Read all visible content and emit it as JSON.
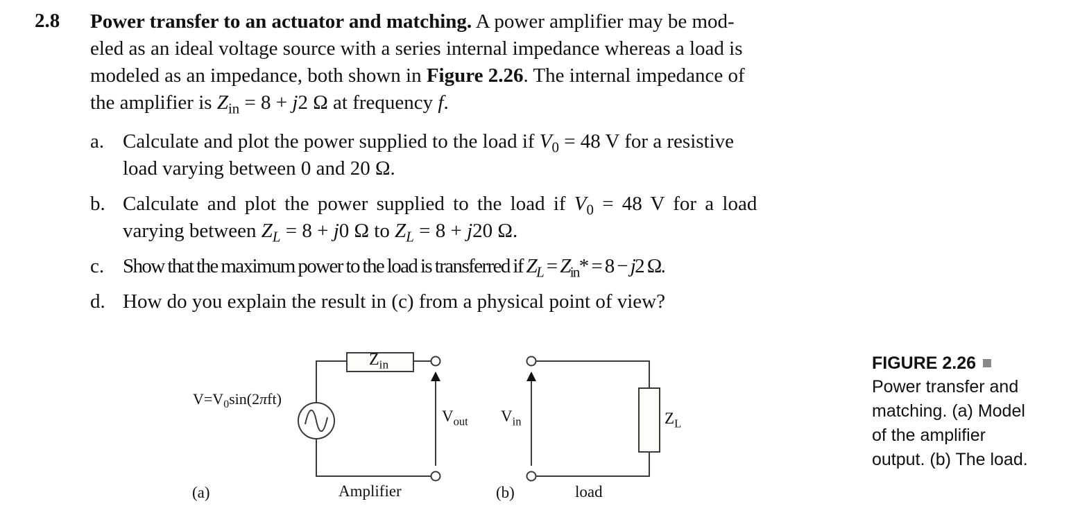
{
  "problem": {
    "number": "2.8",
    "title": "Power transfer to an actuator and matching.",
    "intro_lines": [
      " A power amplifier may be mod-",
      "eled as an ideal voltage source with a series internal impedance whereas a load is",
      "modeled as an impedance, both shown in ",
      "Figure 2.26",
      ". The internal impedance of",
      "the amplifier is ",
      "Z",
      "in",
      " = 8 + ",
      "j",
      "2 Ω at frequency ",
      "f",
      "."
    ],
    "parts": [
      {
        "label": "a.",
        "line1_pre": "Calculate and plot the power supplied to the load if ",
        "V": "V",
        "V_sub": "0",
        "line1_post": " = 48 V for a resistive",
        "line2": "load varying between 0 and 20 Ω."
      },
      {
        "label": "b.",
        "line1_pre": "Calculate and plot the power supplied to the load if ",
        "V": "V",
        "V_sub": "0",
        "line1_post": " = 48 V for a load",
        "line2_pre": "varying between ",
        "Z": "Z",
        "Z_sub": "L",
        "line2_mid": " = 8 + ",
        "j": "j",
        "line2_mid2": "0 Ω to ",
        "line2_mid3": " = 8 + ",
        "line2_end": "20 Ω."
      },
      {
        "label": "c.",
        "text_pre": "Show that the maximum power to the load is transferred if ",
        "Z": "Z",
        "Z_sub": "L",
        "eq1": " = ",
        "Zin": "Z",
        "Zin_sub": "in",
        "eq2": "* = 8 − ",
        "j": "j",
        "text_end": "2 Ω."
      },
      {
        "label": "d.",
        "text": "How do you explain the result in (c) from a physical point of view?"
      }
    ]
  },
  "figure": {
    "a": {
      "source_label_pre": "V=V",
      "source_label_sub": "0",
      "source_label_post": "sin(2",
      "pi": "π",
      "source_label_end": "ft)",
      "zin_label": "Z",
      "zin_sub": "in",
      "vout_label": "V",
      "vout_sub": "out",
      "panel_label": "(a)",
      "caption": "Amplifier"
    },
    "b": {
      "vin_label": "V",
      "vin_sub": "in",
      "zl_label": "Z",
      "zl_sub": "L",
      "panel_label": "(b)",
      "caption": "load"
    },
    "caption": {
      "title": "FIGURE 2.26",
      "bullet_color": "#8a8a8a",
      "lines": [
        "Power transfer and",
        "matching. (a) Model",
        "of the amplifier",
        "output. (b) The load."
      ]
    },
    "colors": {
      "wire": "#3a3a3a",
      "box_fill": "#fffdf9",
      "text": "#111111"
    }
  }
}
